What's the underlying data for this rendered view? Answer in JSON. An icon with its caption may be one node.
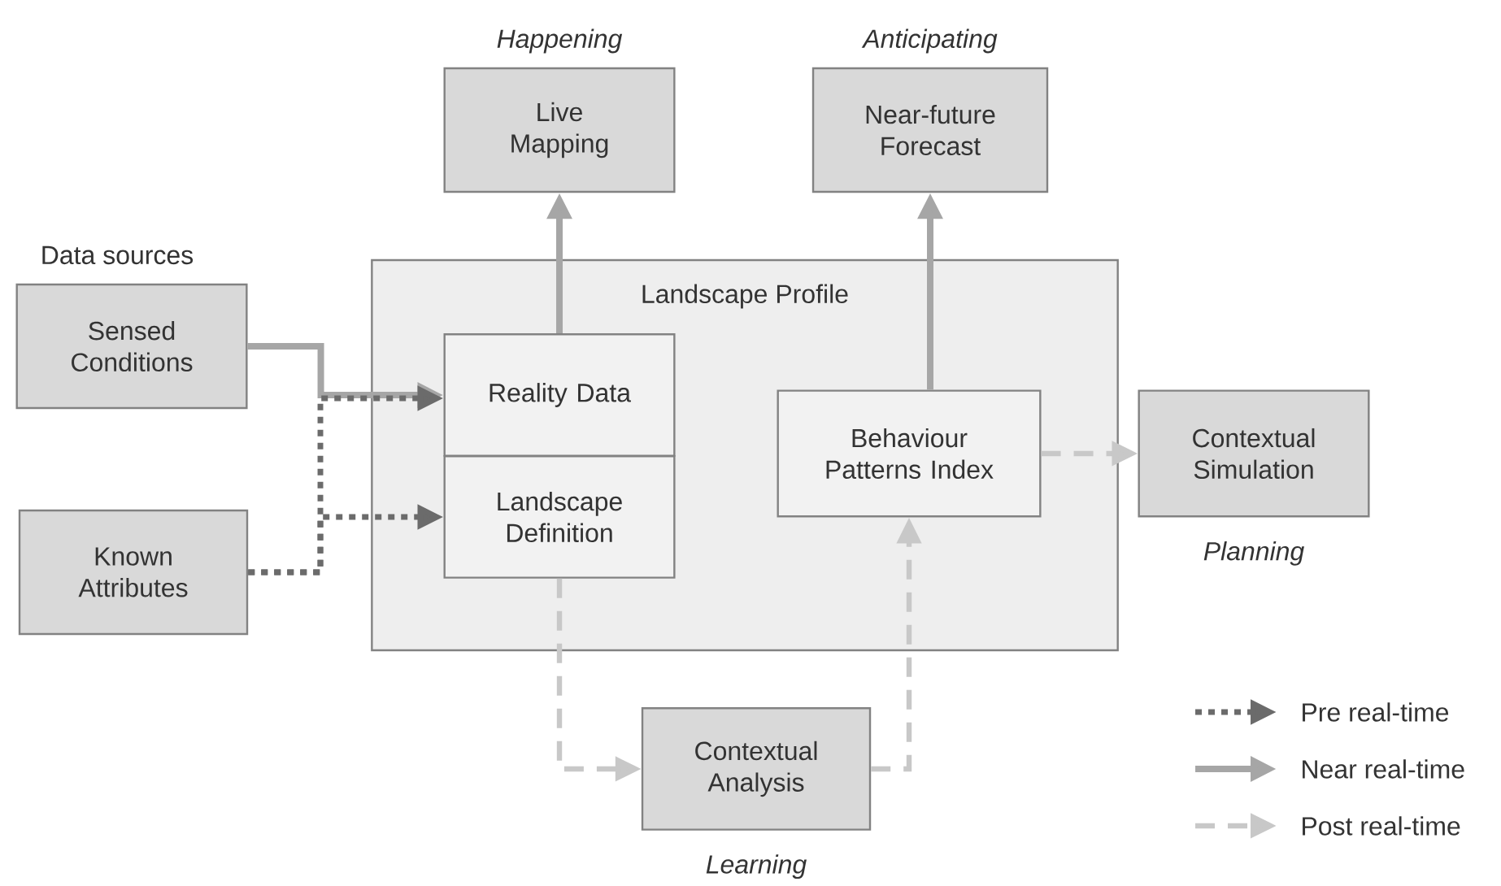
{
  "diagram": {
    "nodes": [
      {
        "text": [
          "Sensed Conditions"
        ]
      },
      {
        "text": [
          "Known Attributes"
        ]
      },
      {
        "text": [
          "Landscape Profile"
        ]
      },
      {
        "text": [
          "Reality Data"
        ],
        "in": 2
      },
      {
        "text": [
          "Landscape Definition"
        ],
        "in": 2
      },
      {
        "text": [
          "Behaviour Patterns Index"
        ],
        "in": 2
      },
      {
        "text": [
          "Live Mapping"
        ],
        "beside": [
          "Happening"
        ]
      },
      {
        "text": [
          "Near-future Forecast"
        ],
        "beside": [
          "Anticipating"
        ]
      },
      {
        "text": [
          "Contextual Simulation"
        ],
        "beside": [
          "Planning"
        ]
      },
      {
        "text": [
          "Contextual Analysis"
        ],
        "beside": [
          "Learning"
        ]
      }
    ],
    "edges": [
      {
        "from": 0,
        "to": 3,
        "arrow": "to",
        "color": "#a6a6a6"
      },
      {
        "from": 1,
        "to": 3,
        "arrow": "to",
        "style": "dashed",
        "color": "#6b6b6b"
      },
      {
        "from": 1,
        "to": 4,
        "arrow": "to",
        "style": "dashed",
        "color": "#6b6b6b"
      },
      {
        "from": 3,
        "to": 6,
        "arrow": "to",
        "color": "#a6a6a6"
      },
      {
        "from": 5,
        "to": 7,
        "arrow": "to",
        "color": "#a6a6a6"
      },
      {
        "from": 5,
        "to": 8,
        "arrow": "to",
        "style": "dashed",
        "color": "#c8c8c8"
      },
      {
        "from": 4,
        "to": 9,
        "arrow": "to",
        "style": "dashed",
        "color": "#c8c8c8"
      },
      {
        "from": 9,
        "to": 5,
        "arrow": "to",
        "style": "dashed",
        "color": "#c8c8c8"
      }
    ],
    "labels": [
      "Data sources"
    ],
    "legend": [
      {
        "text": "Pre real-time"
      },
      {
        "text": "Near real-time"
      },
      {
        "text": "Post real-time"
      }
    ]
  }
}
